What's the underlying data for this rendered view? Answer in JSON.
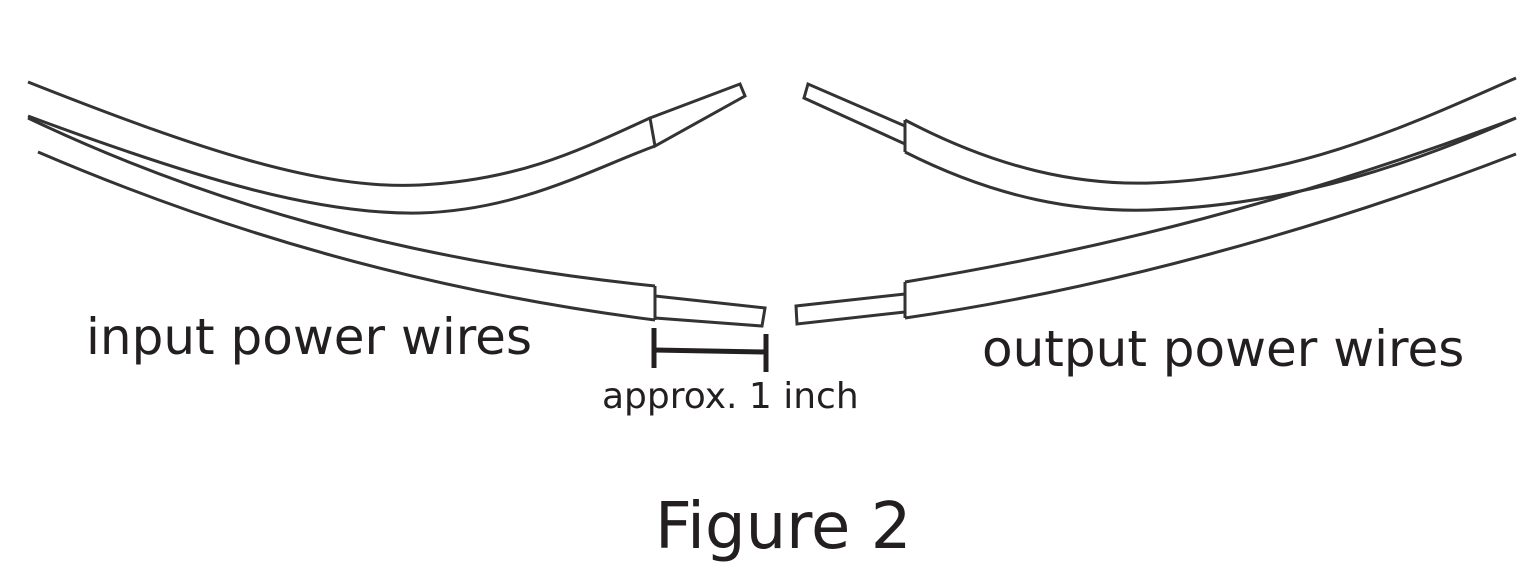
{
  "labels": {
    "input": "input power wires",
    "output": "output power wires",
    "dimension": "approx. 1 inch",
    "figure": "Figure 2"
  }
}
